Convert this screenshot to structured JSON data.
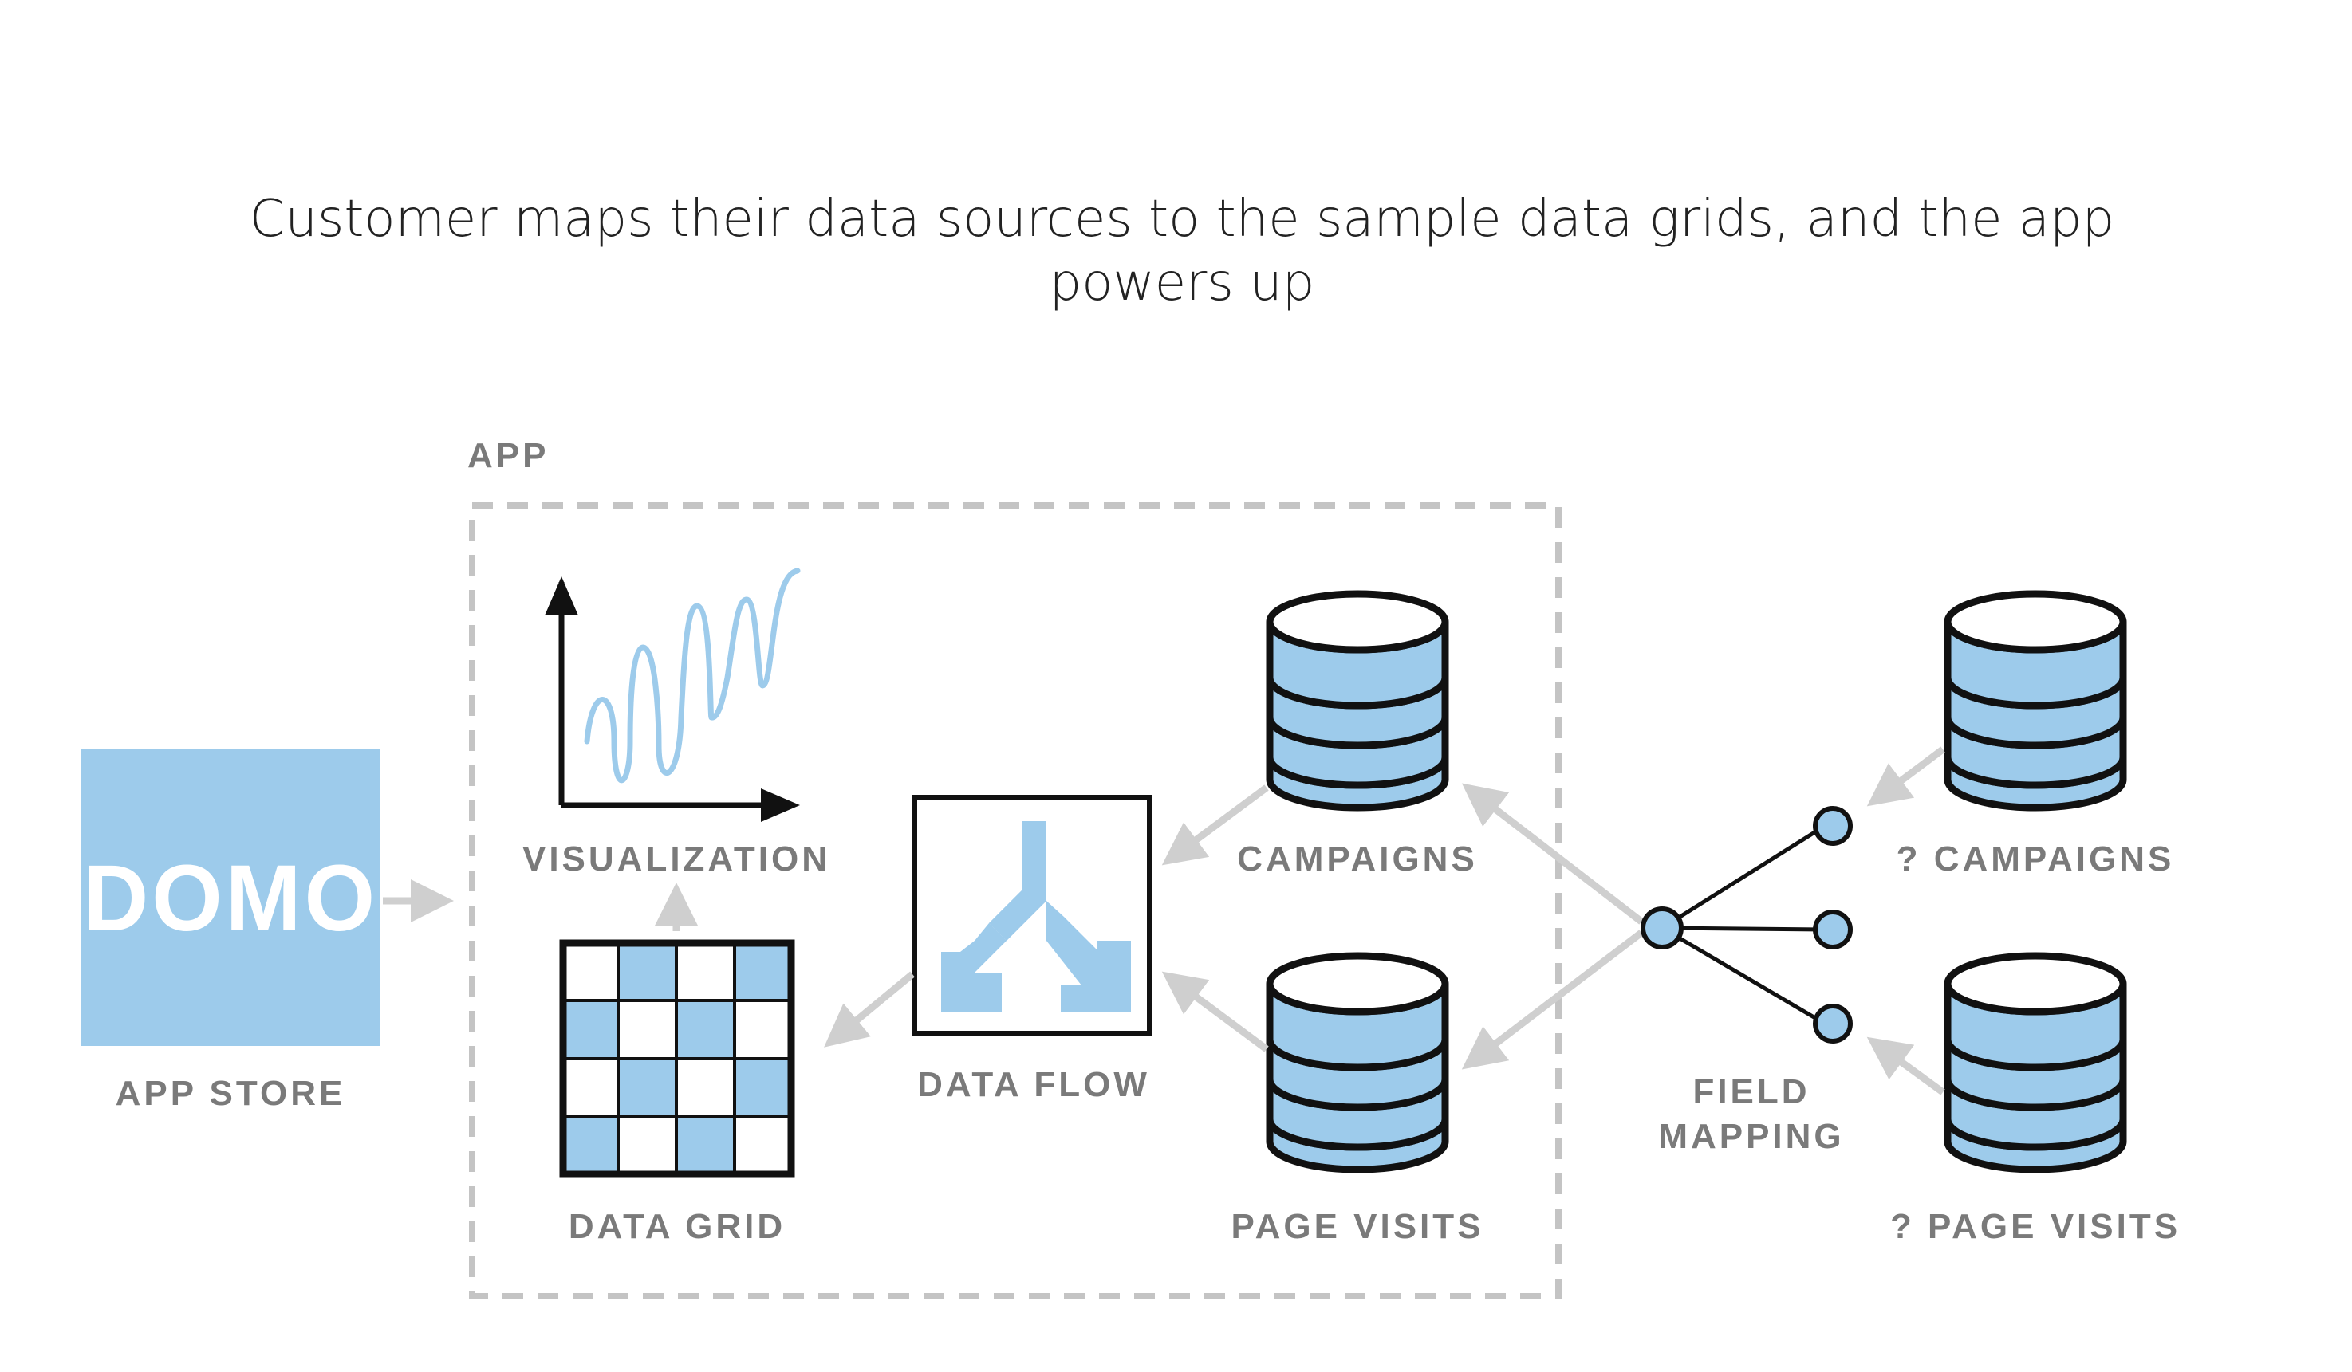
{
  "title": {
    "line1": "Customer maps their data sources to the sample data grids, and the app",
    "line2": "powers up"
  },
  "labels": {
    "app": "APP",
    "app_store": "APP STORE",
    "logo_text": "DOMO",
    "visualization": "VISUALIZATION",
    "data_grid": "DATA GRID",
    "data_flow": "DATA FLOW",
    "campaigns": "CAMPAIGNS",
    "page_visits": "PAGE VISITS",
    "field_mapping_1": "FIELD",
    "field_mapping_2": "MAPPING",
    "q_campaigns": "? CAMPAIGNS",
    "q_page_visits": "? PAGE VISITS"
  },
  "colors": {
    "accent_blue": "#9dcbeb",
    "outline": "#111111",
    "arrow_gray": "#cfcfcf",
    "label_gray": "#7a7a7a",
    "dashed_border": "#c4c4c4",
    "title_text": "#222222"
  }
}
